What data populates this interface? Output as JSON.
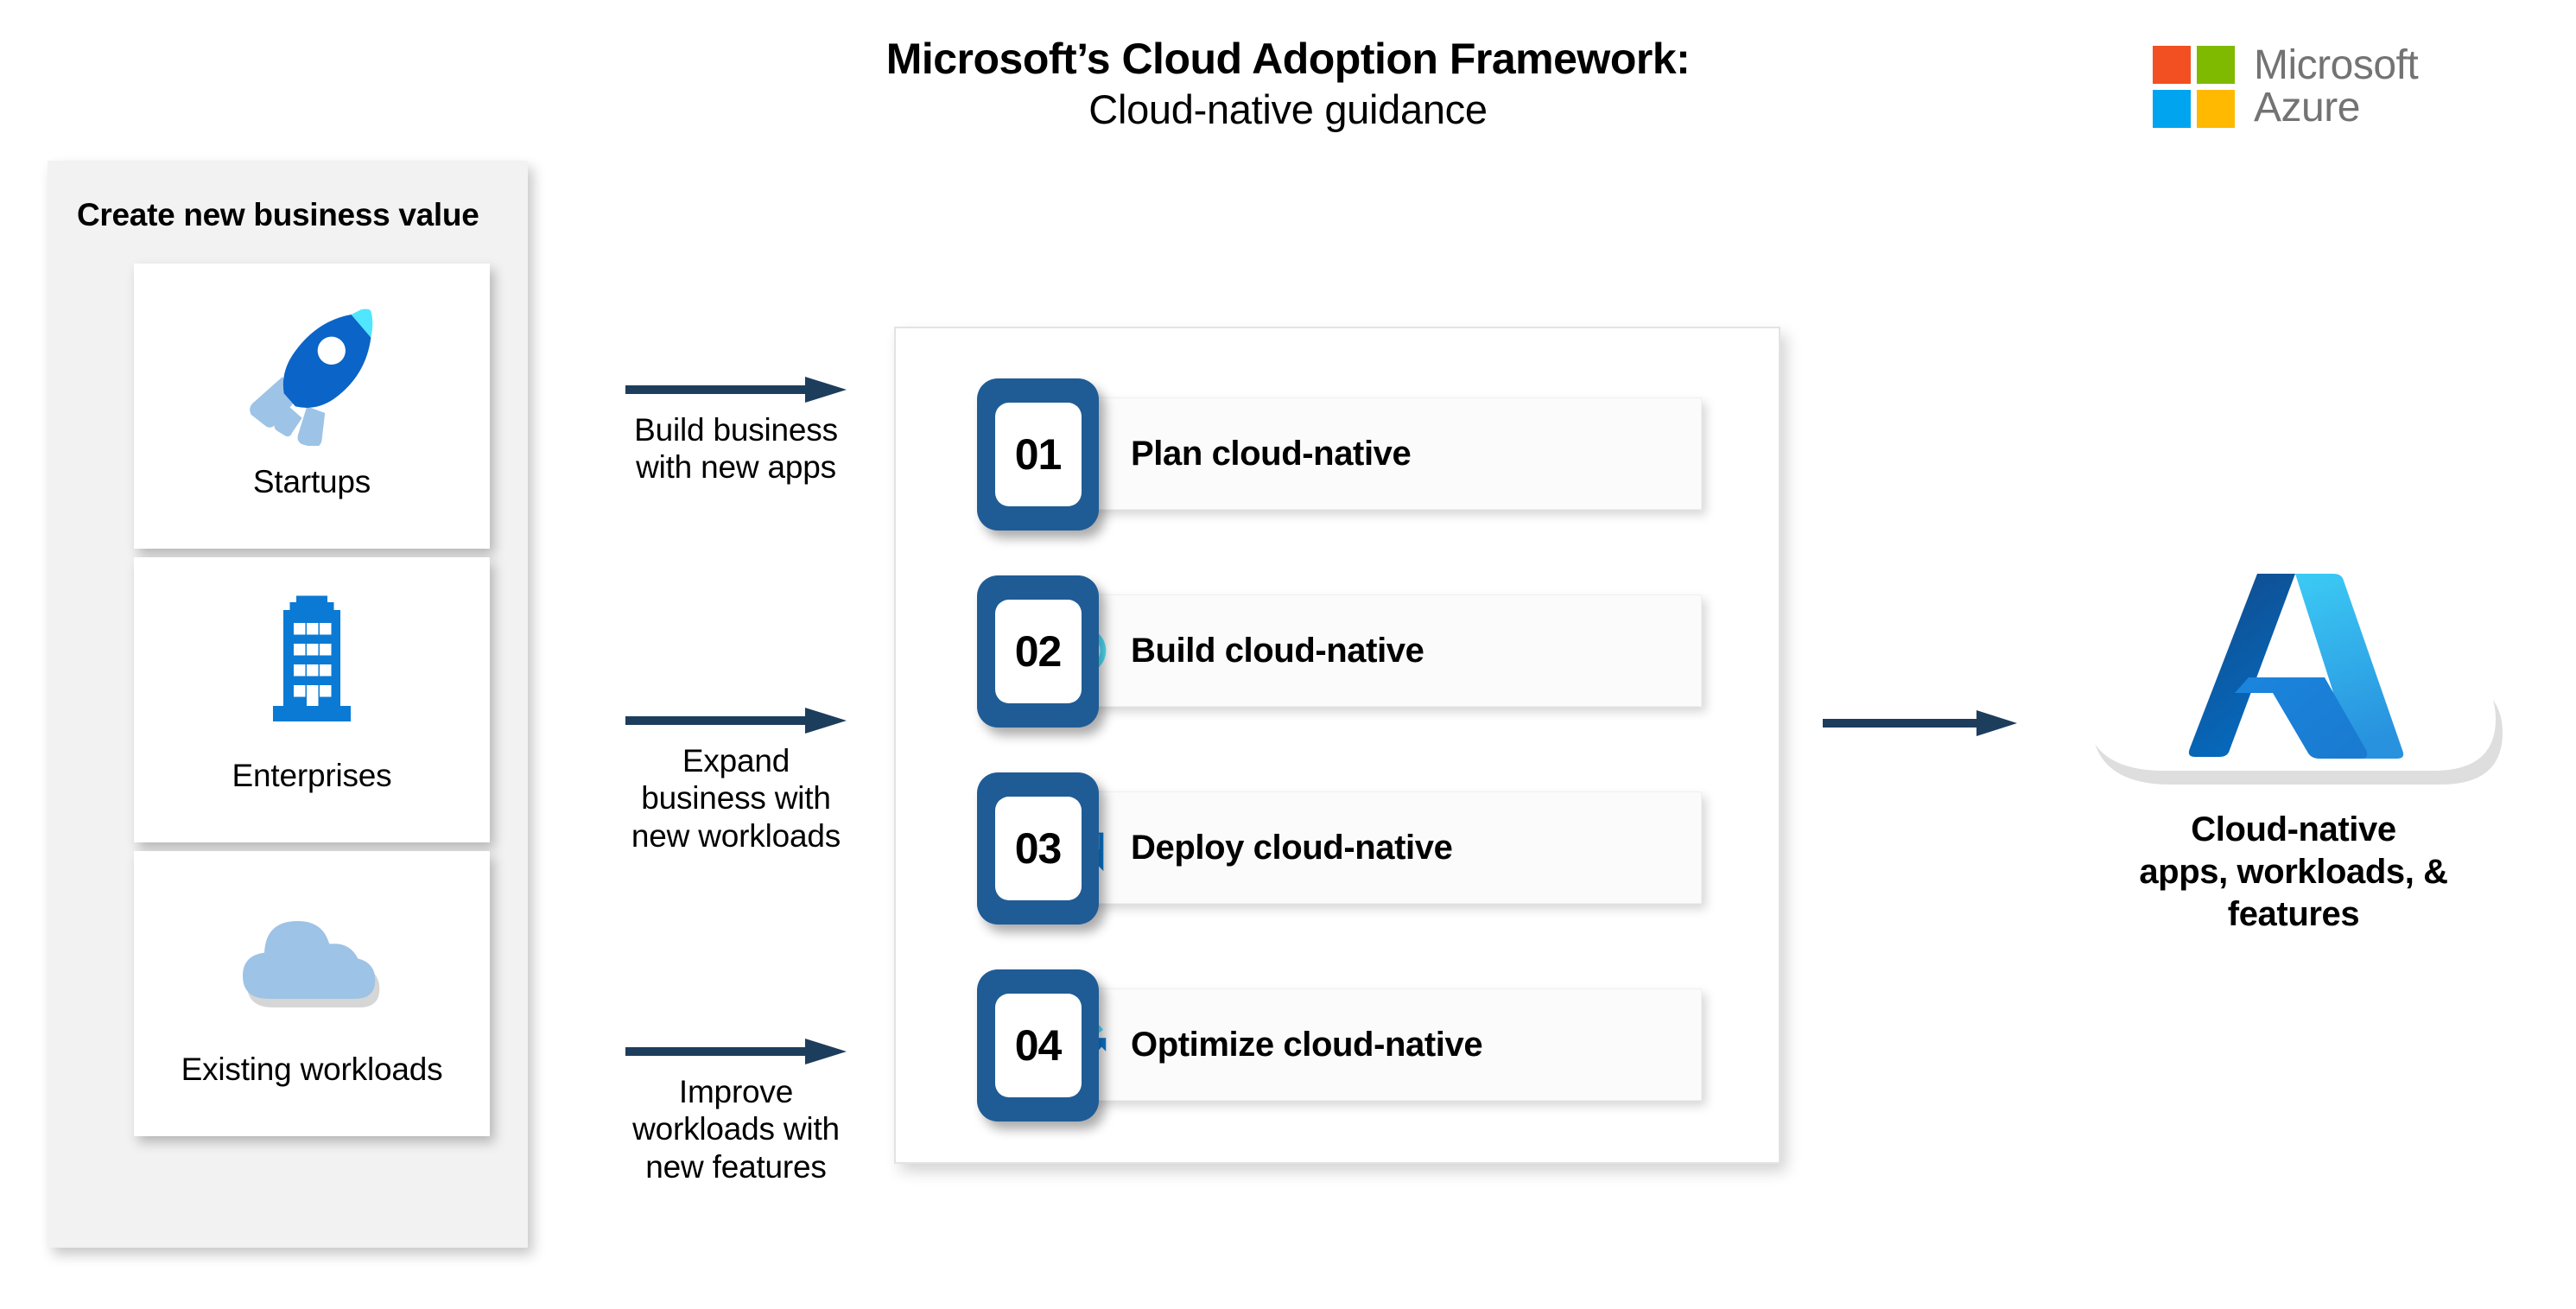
{
  "header": {
    "title_line1": "Microsoft’s Cloud Adoption Framework:",
    "title_line2": "Cloud-native guidance"
  },
  "brand": {
    "name_line1": "Microsoft",
    "name_line2": "Azure",
    "squares": [
      {
        "name": "red-square",
        "color": "#F25022"
      },
      {
        "name": "green-square",
        "color": "#7FBA00"
      },
      {
        "name": "blue-square",
        "color": "#00A4EF"
      },
      {
        "name": "yellow-square",
        "color": "#FFB900"
      }
    ]
  },
  "left_panel": {
    "title": "Create new business value",
    "background": "#F2F2F2",
    "cards": [
      {
        "label": "Startups",
        "icon": "rocket-icon"
      },
      {
        "label": "Enterprises",
        "icon": "office-building-icon"
      },
      {
        "label": "Existing workloads",
        "icon": "cloud-icon"
      }
    ]
  },
  "flows": [
    {
      "label_line1": "Build business",
      "label_line2": "with new apps",
      "label_line3": ""
    },
    {
      "label_line1": "Expand",
      "label_line2": "business with",
      "label_line3": "new workloads"
    },
    {
      "label_line1": "Improve",
      "label_line2": "workloads with",
      "label_line3": "new features"
    }
  ],
  "center_panel": {
    "steps": [
      {
        "number": "01",
        "label": "Plan cloud-native",
        "icon": "document-download-icon"
      },
      {
        "number": "02",
        "label": "Build cloud-native",
        "icon": "wrench-refresh-icon"
      },
      {
        "number": "03",
        "label": "Deploy cloud-native",
        "icon": "deploy-arrow-icon"
      },
      {
        "number": "04",
        "label": "Optimize cloud-native",
        "icon": "optimize-chart-icon"
      }
    ]
  },
  "output": {
    "icon": "azure-cloud-icon",
    "caption_line1": "Cloud-native",
    "caption_line2": "apps, workloads, &",
    "caption_line3": "features"
  },
  "colors": {
    "arrow_navy": "#1D3D5C",
    "badge_blue": "#1F5C96",
    "azure_blue": "#0078D4",
    "cyan": "#50E6FF",
    "light_blue": "#9DC3E6",
    "panel_gray": "#F2F2F2"
  }
}
